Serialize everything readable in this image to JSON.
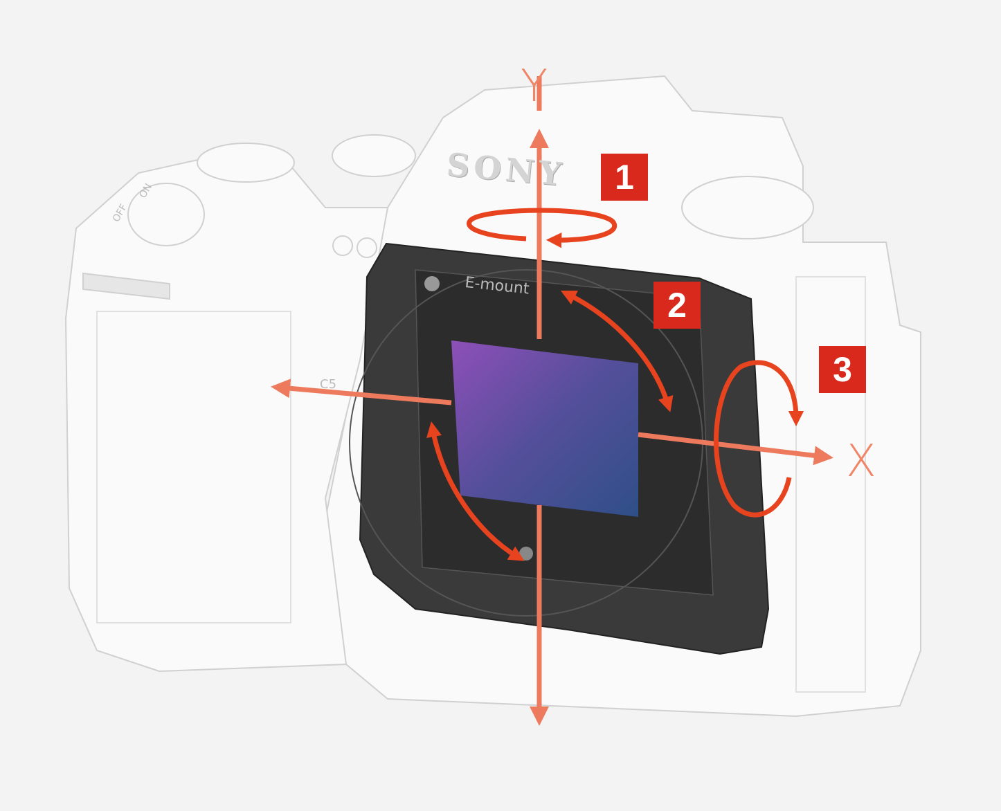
{
  "logo_text": "SONY",
  "mount_label": "E-mount",
  "button_labels": {
    "on": "ON",
    "off": "OFF",
    "custom": "C5"
  },
  "axes": {
    "y_label": "Y",
    "x_label": "X"
  },
  "badges": [
    {
      "label": "1"
    },
    {
      "label": "2"
    },
    {
      "label": "3"
    }
  ],
  "colors": {
    "background": "#f3f3f3",
    "axis_arrow": "#ee7a5e",
    "rotation_arrow": "#e8431f",
    "badge": "#d9291c",
    "sensor_start": "#8e4fb8",
    "sensor_end": "#3b4f8c",
    "module": "#3a3a3a"
  }
}
